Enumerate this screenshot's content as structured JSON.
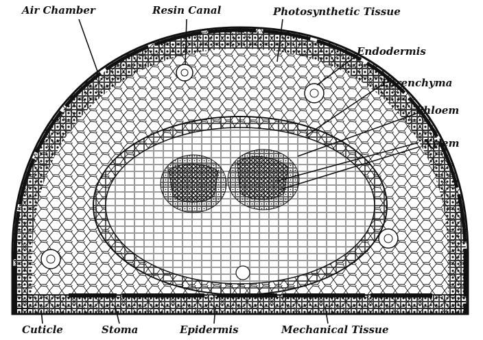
{
  "diagram": {
    "labels": {
      "air_chamber": "Air Chamber",
      "resin_canal": "Resin Canal",
      "photosynthetic_tissue": "Photosynthetic Tissue",
      "endodermis": "Endodermis",
      "parenchyma": "Parenchyma",
      "phloem": "Phloem",
      "xylem": "Xylem",
      "cuticle": "Cuticle",
      "stoma": "Stoma",
      "epidermis": "Epidermis",
      "mechanical_tissue": "Mechanical Tissue"
    },
    "colors": {
      "ink": "#111111",
      "paper": "#ffffff"
    }
  }
}
